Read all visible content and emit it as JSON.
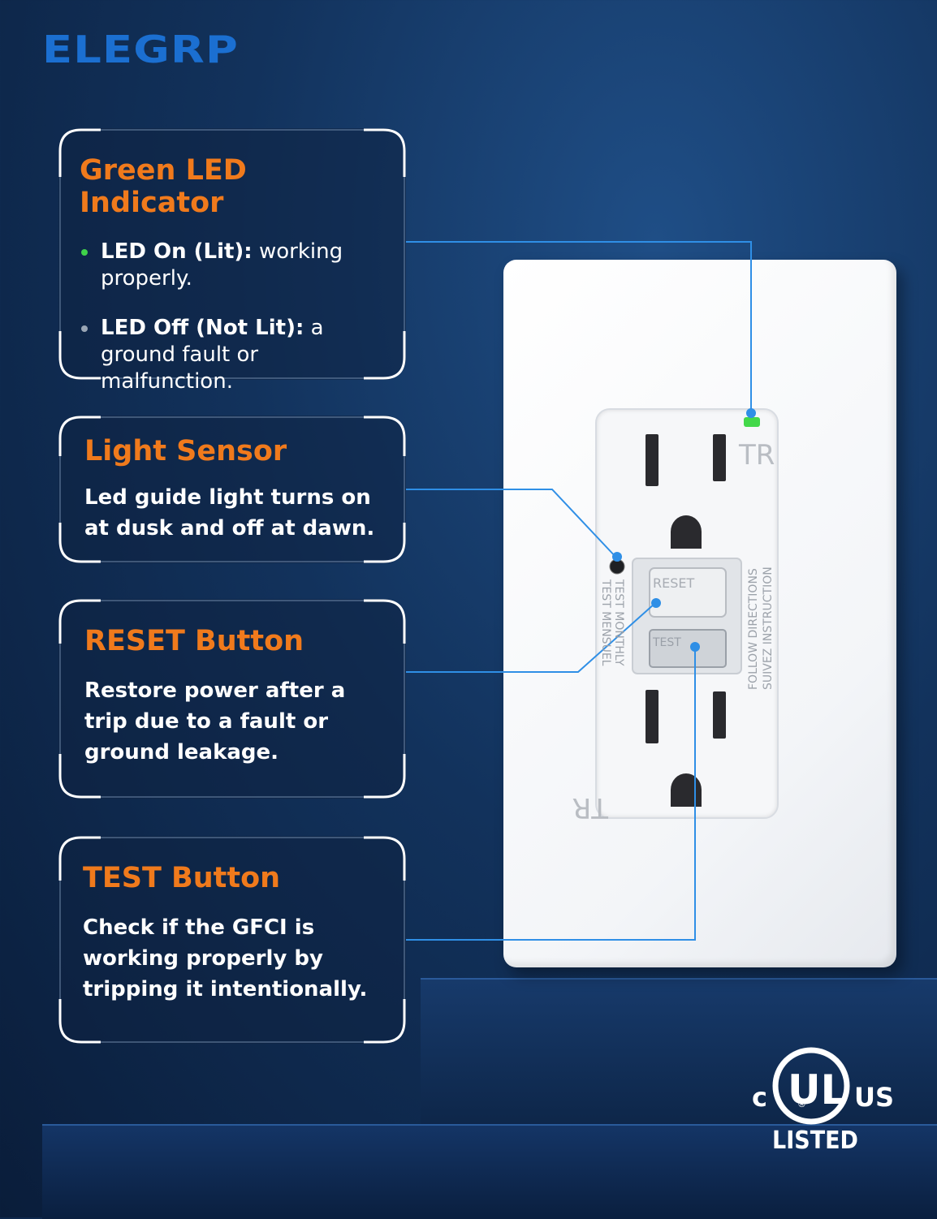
{
  "brand": "ELEGRP",
  "callouts": [
    {
      "title": "Green LED Indicator",
      "bullets": [
        {
          "term": "LED On (Lit):",
          "text": " working properly.",
          "dot_color": "#3fd24a"
        },
        {
          "term": "LED Off (Not Lit):",
          "text": " a ground fault or malfunction.",
          "dot_color": "#9aa6b5"
        }
      ]
    },
    {
      "title": "Light Sensor",
      "text": "Led guide light turns on at dusk and off at dawn."
    },
    {
      "title": "RESET Button",
      "text": "Restore power after a trip due to a fault or ground leakage."
    },
    {
      "title": "TEST Button",
      "text": "Check if the GFCI is working properly by tripping it intentionally."
    }
  ],
  "outlet": {
    "tr_top": "TR",
    "tr_bottom": "TR",
    "side_left_1": "TEST MONTHLY",
    "side_left_2": "TEST MENSUEL",
    "side_right_1": "FOLLOW DIRECTIONS",
    "side_right_2": "SUIVEZ INSTRUCTION",
    "reset_label": "RESET",
    "test_label": "TEST",
    "led_color": "#43d84a"
  },
  "certification": {
    "c": "c",
    "ul": "UL",
    "us": "US",
    "listed": "LISTED",
    "reg": "®"
  },
  "colors": {
    "accent": "#f07a1c",
    "brand": "#1b6fd1",
    "leader": "#2f8fe6"
  }
}
